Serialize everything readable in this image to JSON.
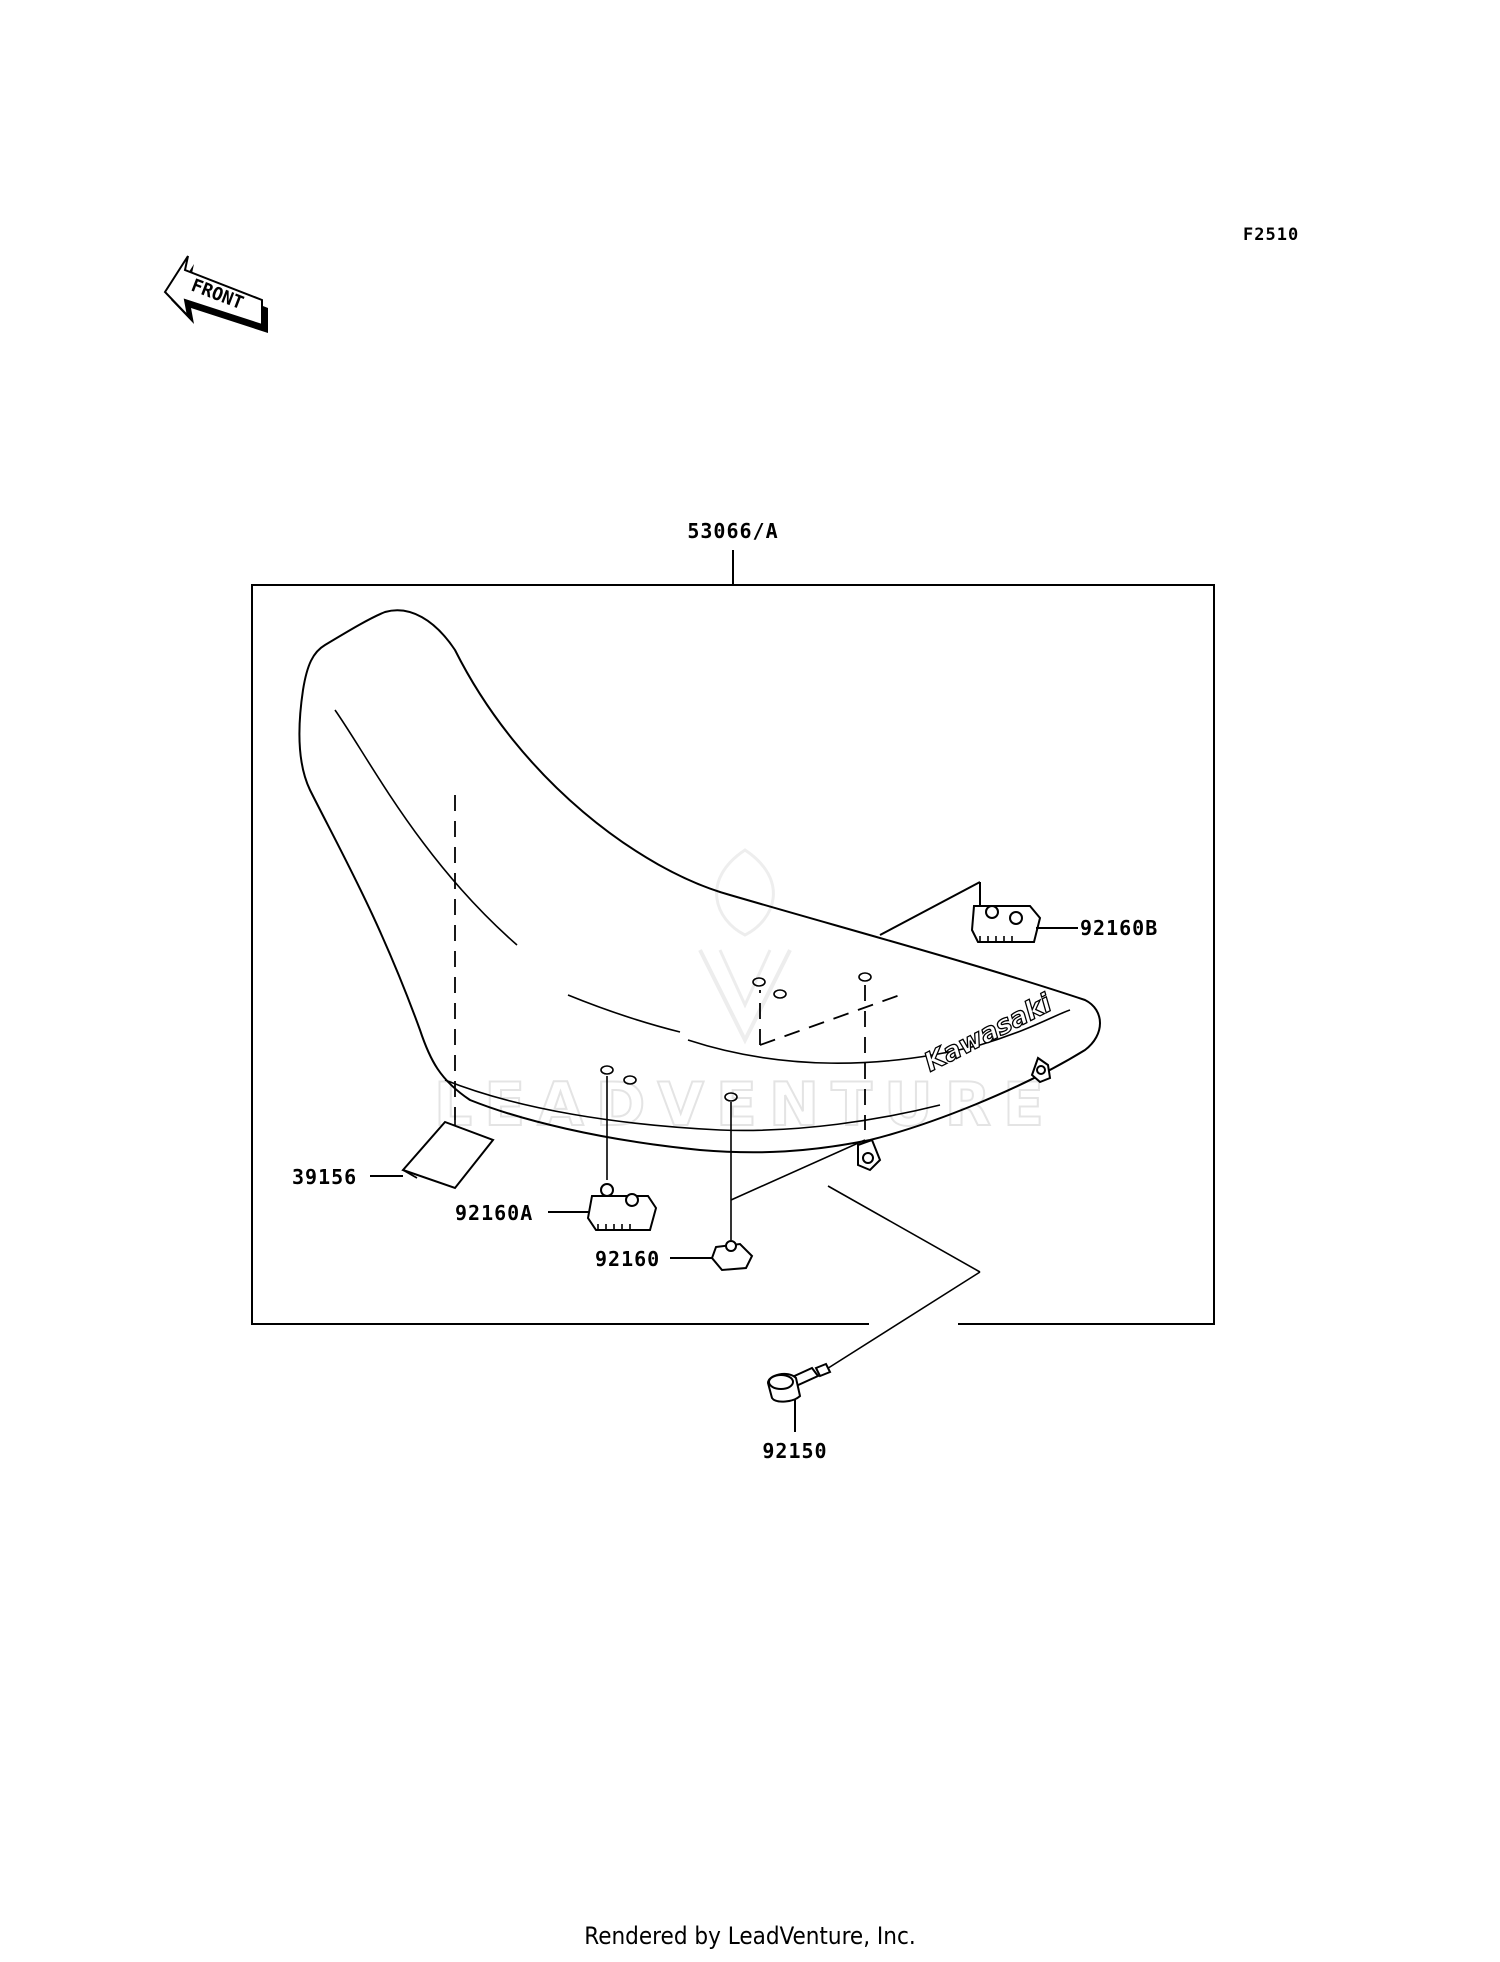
{
  "figure": {
    "code": "F2510",
    "front_arrow_text": "FRONT",
    "footer": "Rendered by LeadVenture, Inc.",
    "watermark": "LEADVENTURE",
    "seat_logo": "Kawasaki"
  },
  "callouts": [
    {
      "id": "assembly",
      "label": "53066/A"
    },
    {
      "id": "strap",
      "label": "39156"
    },
    {
      "id": "damper-a",
      "label": "92160A"
    },
    {
      "id": "damper-b",
      "label": "92160B"
    },
    {
      "id": "damper",
      "label": "92160"
    },
    {
      "id": "bolt",
      "label": "92150"
    }
  ]
}
